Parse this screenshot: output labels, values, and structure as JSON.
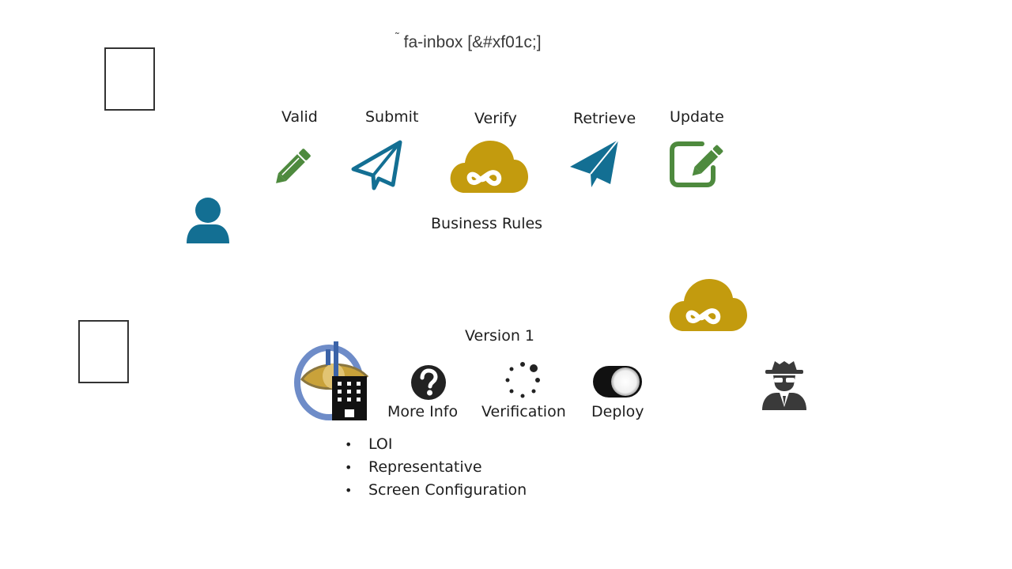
{
  "slide": {
    "title_glyph": "˜",
    "title": "fa-inbox [&#xf01c;]",
    "workflow": {
      "steps": [
        {
          "label": "Valid",
          "icon": "pencil-icon",
          "color": "#4e8a3e"
        },
        {
          "label": "Submit",
          "icon": "paper-plane-outline-icon",
          "color": "#136f93"
        },
        {
          "label": "Verify",
          "icon": "cloud-infinity-icon",
          "color": "#c39b0e"
        },
        {
          "label": "Retrieve",
          "icon": "paper-plane-icon",
          "color": "#136f93"
        },
        {
          "label": "Update",
          "icon": "edit-square-icon",
          "color": "#4e8a3e"
        }
      ],
      "subtitle": "Business Rules"
    },
    "version_label": "Version 1",
    "tools": [
      {
        "label": "More Info",
        "icon": "question-circle-icon"
      },
      {
        "label": "Verification",
        "icon": "spinner-icon"
      },
      {
        "label": "Deploy",
        "icon": "toggle-icon"
      }
    ],
    "bullets": [
      "LOI",
      "Representative",
      "Screen Configuration"
    ],
    "colors": {
      "green": "#4e8a3e",
      "blue": "#136f93",
      "gold": "#c39b0e",
      "dark": "#222222"
    }
  }
}
